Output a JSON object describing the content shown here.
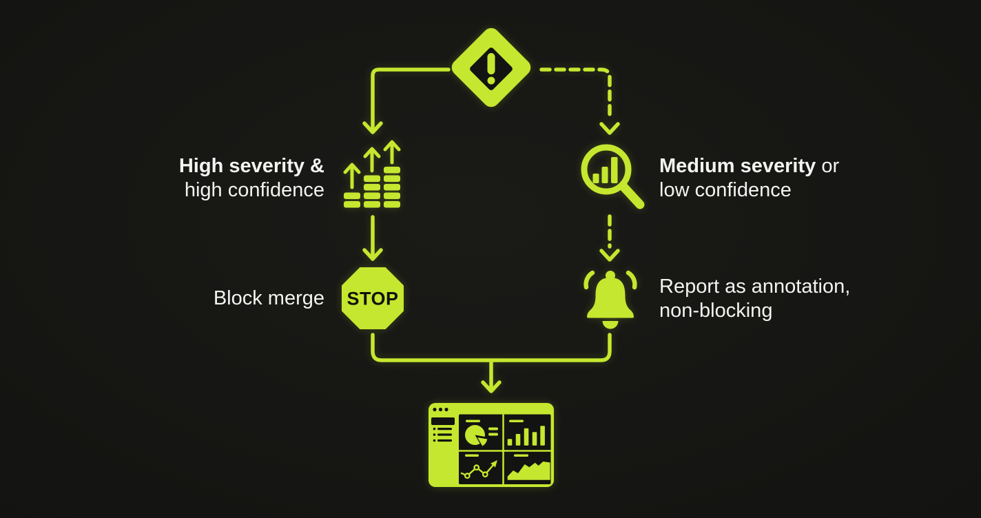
{
  "meta": {
    "accent_color": "#c5e72f",
    "background_color": "#131311",
    "text_color": "#f3f3f1"
  },
  "diagram": {
    "root": {
      "icon": "alert-diamond-icon"
    },
    "high_branch": {
      "connector_style": "solid",
      "condition": {
        "bold": "High severity &",
        "line2": "high confidence",
        "icon": "severity-bars-icon"
      },
      "action": {
        "label": "Block merge",
        "icon": "stop-sign-icon",
        "sign_text": "STOP"
      }
    },
    "medium_branch": {
      "connector_style": "dashed",
      "condition": {
        "bold": "Medium severity",
        "rest": " or",
        "line2": "low confidence",
        "icon": "magnifier-chart-icon"
      },
      "action": {
        "line1": "Report as annotation,",
        "line2": "non-blocking",
        "icon": "bell-icon"
      }
    },
    "sink": {
      "icon": "dashboard-icon"
    }
  }
}
